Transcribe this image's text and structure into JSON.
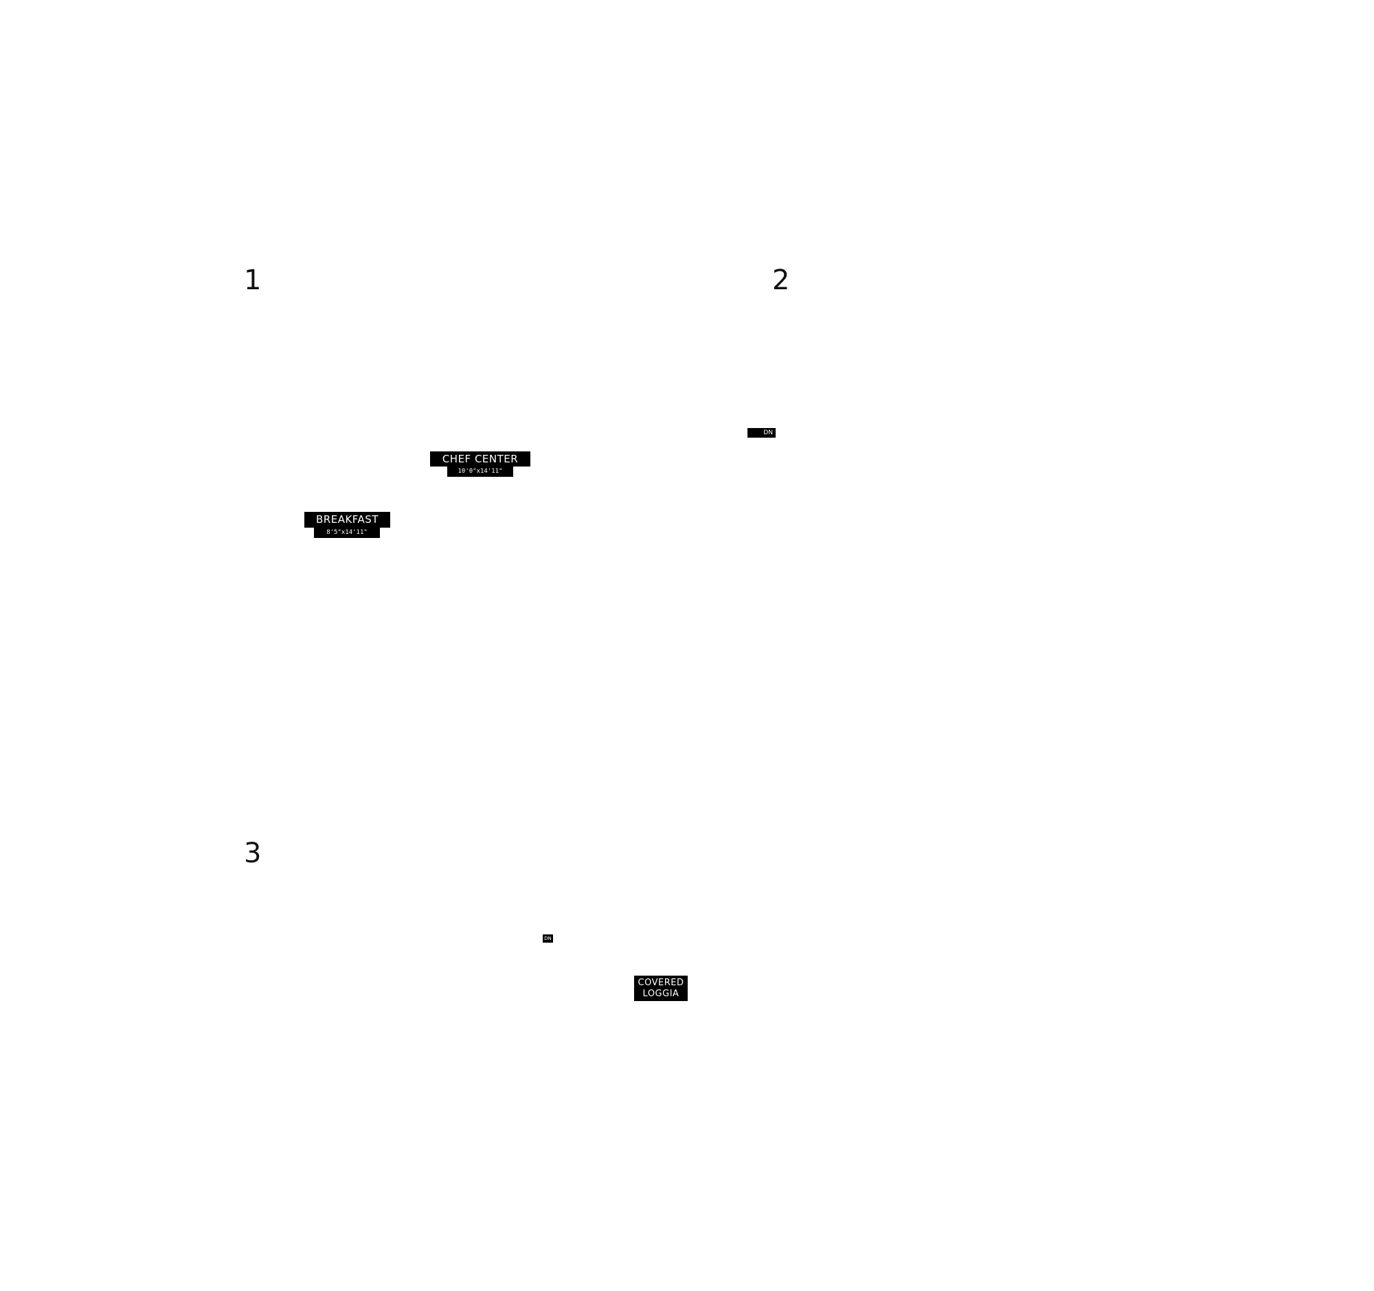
{
  "plan_numbers": {
    "plan_1": "1",
    "plan_2": "2",
    "plan_3": "3"
  },
  "rooms": {
    "chef_center": {
      "name": "CHEF CENTER",
      "dimensions": "10'0\"x14'11\""
    },
    "breakfast": {
      "name": "BREAKFAST",
      "dimensions": "8'5\"x14'11\""
    },
    "covered_loggia": {
      "line1": "COVERED",
      "line2": "LOGGIA"
    }
  },
  "markers": {
    "dn_upper": "DN",
    "dn_lower": "DN"
  },
  "colors": {
    "background": "#ffffff",
    "label_fill": "#000000",
    "label_text": "#ffffff",
    "plan_number_text": "#111111"
  }
}
